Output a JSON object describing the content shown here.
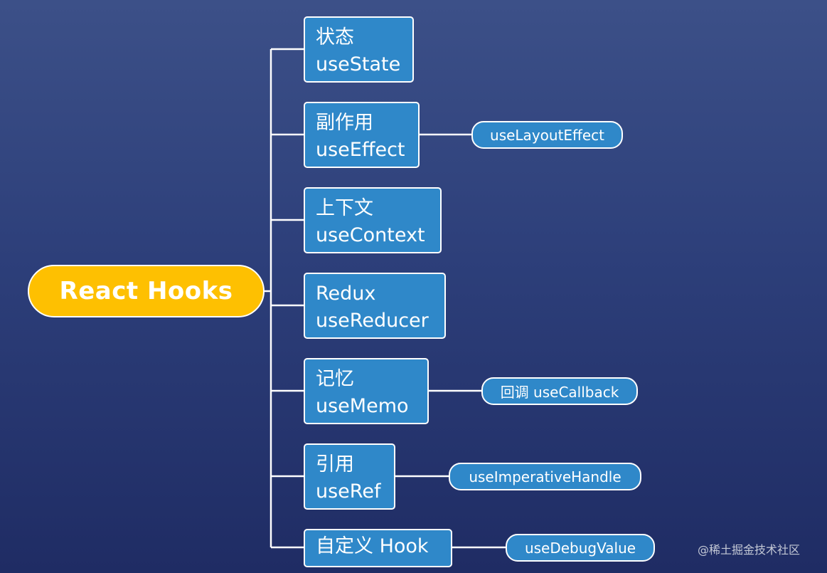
{
  "root": {
    "label": "React Hooks"
  },
  "branches": [
    {
      "title": "状态",
      "hook": "useState"
    },
    {
      "title": "副作用",
      "hook": "useEffect",
      "related": "useLayoutEffect"
    },
    {
      "title": "上下文",
      "hook": "useContext"
    },
    {
      "title": "Redux",
      "hook": "useReducer"
    },
    {
      "title": "记忆",
      "hook": "useMemo",
      "related": "回调 useCallback"
    },
    {
      "title": "引用",
      "hook": "useRef",
      "related": "useImperativeHandle"
    },
    {
      "title": "自定义 Hook",
      "related": "useDebugValue"
    }
  ],
  "watermark": "@稀土掘金技术社区",
  "colors": {
    "background_top": "#3c5088",
    "background_bottom": "#1f2c64",
    "root_fill": "#fec001",
    "node_fill": "#2f88c9",
    "connector": "#ffffff"
  }
}
